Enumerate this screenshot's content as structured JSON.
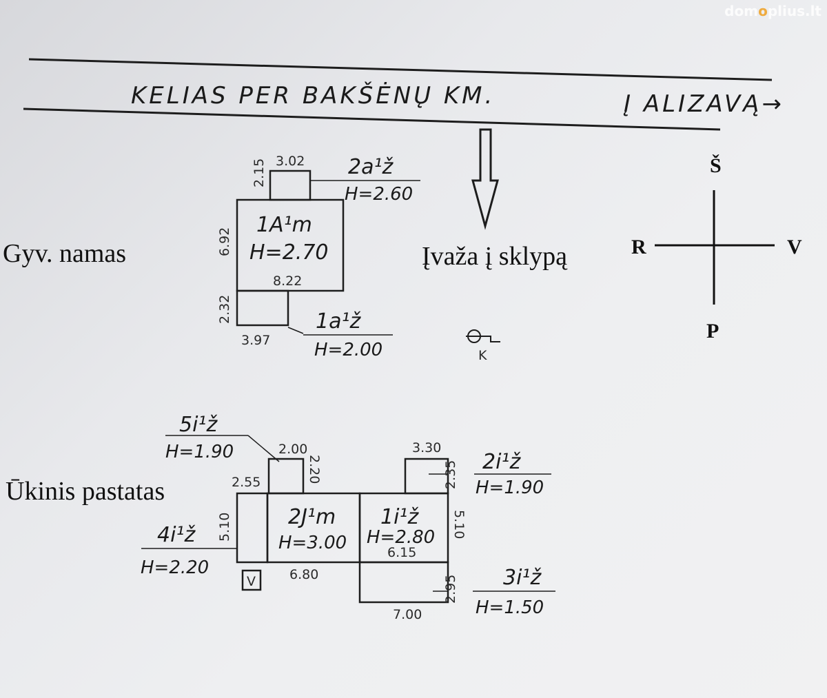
{
  "watermark": {
    "prefix": "dom",
    "mark": "o",
    "suffix": "plius.lt"
  },
  "road": {
    "label": "KELIAS PER BAKŠĖNŲ KM.",
    "direction": "Į ALIZAVĄ→"
  },
  "labels": {
    "house": "Gyv. namas",
    "driveway": "Įvaža į sklypą",
    "farm_building": "Ūkinis pastatas"
  },
  "compass": {
    "north": "Š",
    "south": "P",
    "west": "R",
    "east": "V"
  },
  "house": {
    "main": {
      "code": "1A¹m",
      "height": "H=2.70",
      "length": "8.22",
      "width": "6.92"
    },
    "annex_top": {
      "code": "2a¹ž",
      "height": "H=2.60",
      "length": "3.02",
      "width": "2.15"
    },
    "annex_bottom": {
      "code": "1a¹ž",
      "height": "H=2.00",
      "length": "3.97",
      "width": "2.32"
    }
  },
  "well": {
    "code": "K"
  },
  "farm": {
    "b2J": {
      "code": "2J¹m",
      "height": "H=3.00",
      "length": "6.80"
    },
    "b1i": {
      "code": "1i¹ž",
      "height": "H=2.80",
      "length": "6.15",
      "width": "5.10"
    },
    "b2i": {
      "code": "2i¹ž",
      "height": "H=1.90",
      "length": "3.30",
      "width": "2.35"
    },
    "b3i": {
      "code": "3i¹ž",
      "height": "H=1.50",
      "length": "7.00",
      "width": "2.95"
    },
    "b4i": {
      "code": "4i¹ž",
      "height": "H=2.20",
      "length": "2.55",
      "width": "5.10"
    },
    "b5i": {
      "code": "5i¹ž",
      "height": "H=1.90",
      "length": "2.00",
      "width": "2.20"
    },
    "toilet": {
      "code": "V"
    }
  }
}
